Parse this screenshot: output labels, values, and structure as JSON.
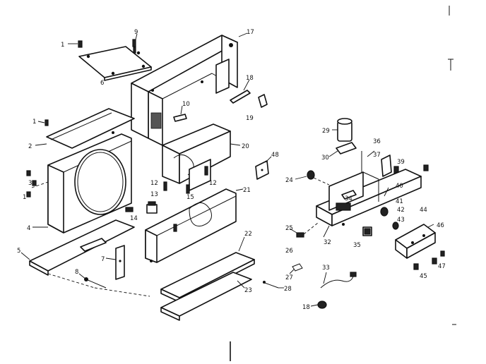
{
  "diagram": {
    "labels": [
      {
        "id": "1a",
        "text": "1"
      },
      {
        "id": "6",
        "text": "6"
      },
      {
        "id": "9",
        "text": "9"
      },
      {
        "id": "17",
        "text": "17"
      },
      {
        "id": "18",
        "text": "18"
      },
      {
        "id": "19",
        "text": "19"
      },
      {
        "id": "10",
        "text": "10"
      },
      {
        "id": "1b",
        "text": "1"
      },
      {
        "id": "2",
        "text": "2"
      },
      {
        "id": "20",
        "text": "20"
      },
      {
        "id": "3",
        "text": "3"
      },
      {
        "id": "1c",
        "text": "1"
      },
      {
        "id": "12",
        "text": "12"
      },
      {
        "id": "15",
        "text": "15"
      },
      {
        "id": "12b",
        "text": "12"
      },
      {
        "id": "13",
        "text": "13"
      },
      {
        "id": "21",
        "text": "21"
      },
      {
        "id": "4",
        "text": "4"
      },
      {
        "id": "14",
        "text": "14"
      },
      {
        "id": "5",
        "text": "5"
      },
      {
        "id": "7",
        "text": "7"
      },
      {
        "id": "8",
        "text": "8"
      },
      {
        "id": "22",
        "text": "22"
      },
      {
        "id": "23",
        "text": "23"
      },
      {
        "id": "48",
        "text": "48"
      },
      {
        "id": "29",
        "text": "29"
      },
      {
        "id": "30",
        "text": "30"
      },
      {
        "id": "36",
        "text": "36"
      },
      {
        "id": "37",
        "text": "37"
      },
      {
        "id": "39",
        "text": "39"
      },
      {
        "id": "24",
        "text": "24"
      },
      {
        "id": "34",
        "text": "34"
      },
      {
        "id": "40",
        "text": "40"
      },
      {
        "id": "41",
        "text": "41"
      },
      {
        "id": "42",
        "text": "42"
      },
      {
        "id": "44",
        "text": "44"
      },
      {
        "id": "43",
        "text": "43"
      },
      {
        "id": "46",
        "text": "46"
      },
      {
        "id": "25",
        "text": "25"
      },
      {
        "id": "26",
        "text": "26"
      },
      {
        "id": "32",
        "text": "32"
      },
      {
        "id": "35",
        "text": "35"
      },
      {
        "id": "47",
        "text": "47"
      },
      {
        "id": "45",
        "text": "45"
      },
      {
        "id": "27",
        "text": "27"
      },
      {
        "id": "33",
        "text": "33"
      },
      {
        "id": "28",
        "text": "28"
      },
      {
        "id": "18b",
        "text": "18"
      }
    ]
  }
}
